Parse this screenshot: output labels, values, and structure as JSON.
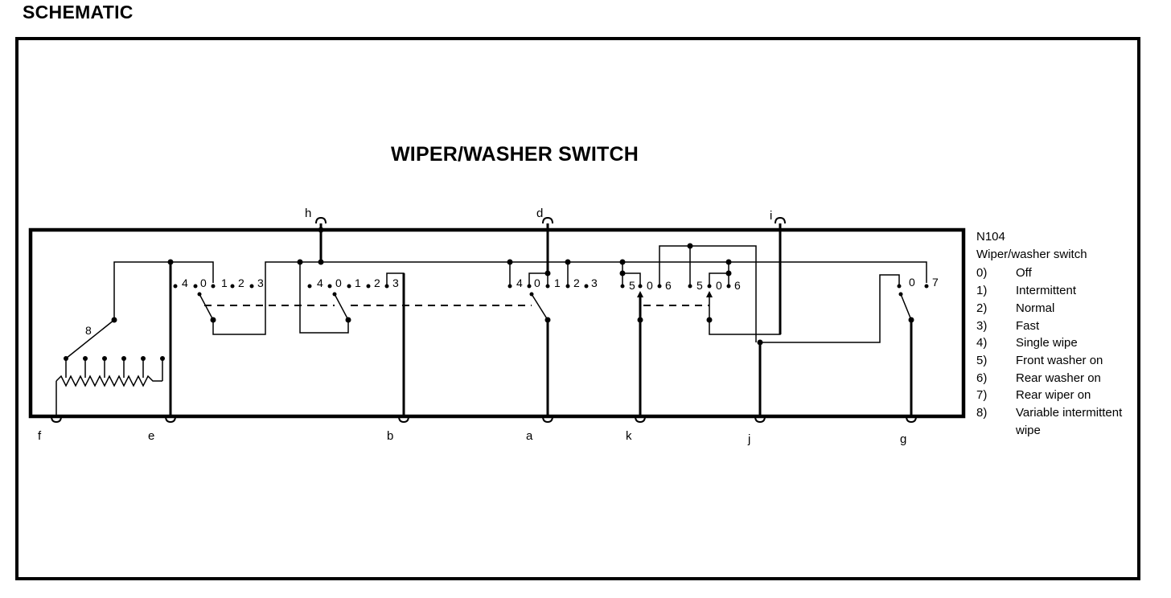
{
  "heading": "SCHEMATIC",
  "title": "WIPER/WASHER SWITCH",
  "terminals": [
    {
      "id": "term-f",
      "label": "f"
    },
    {
      "id": "term-e",
      "label": "e"
    },
    {
      "id": "term-b",
      "label": "b"
    },
    {
      "id": "term-a",
      "label": "a"
    },
    {
      "id": "term-k",
      "label": "k"
    },
    {
      "id": "term-j",
      "label": "j"
    },
    {
      "id": "term-g",
      "label": "g"
    },
    {
      "id": "term-h",
      "label": "h"
    },
    {
      "id": "term-d",
      "label": "d"
    },
    {
      "id": "term-i",
      "label": "i"
    }
  ],
  "contacts": [
    {
      "id": "c1",
      "label": "4"
    },
    {
      "id": "c2",
      "label": "0"
    },
    {
      "id": "c3",
      "label": "1"
    },
    {
      "id": "c4",
      "label": "2"
    },
    {
      "id": "c5",
      "label": "3"
    },
    {
      "id": "c6",
      "label": "4"
    },
    {
      "id": "c7",
      "label": "0"
    },
    {
      "id": "c8",
      "label": "1"
    },
    {
      "id": "c9",
      "label": "2"
    },
    {
      "id": "c10",
      "label": "3"
    },
    {
      "id": "c11",
      "label": "4"
    },
    {
      "id": "c12",
      "label": "0"
    },
    {
      "id": "c13",
      "label": "1"
    },
    {
      "id": "c14",
      "label": "2"
    },
    {
      "id": "c15",
      "label": "3"
    },
    {
      "id": "c16",
      "label": "5"
    },
    {
      "id": "c17",
      "label": "0"
    },
    {
      "id": "c18",
      "label": "6"
    },
    {
      "id": "c19",
      "label": "5"
    },
    {
      "id": "c20",
      "label": "0"
    },
    {
      "id": "c21",
      "label": "6"
    },
    {
      "id": "c22",
      "label": "0"
    },
    {
      "id": "c23",
      "label": "7"
    },
    {
      "id": "c24",
      "label": "8"
    }
  ],
  "legend": {
    "ref": "N104",
    "name": "Wiper/washer switch",
    "items": [
      {
        "num": "0)",
        "text": "Off"
      },
      {
        "num": "1)",
        "text": "Intermittent"
      },
      {
        "num": "2)",
        "text": "Normal"
      },
      {
        "num": "3)",
        "text": "Fast"
      },
      {
        "num": "4)",
        "text": "Single wipe"
      },
      {
        "num": "5)",
        "text": "Front washer on"
      },
      {
        "num": "6)",
        "text": "Rear washer on"
      },
      {
        "num": "7)",
        "text": "Rear wiper on"
      },
      {
        "num": "8)",
        "text": "Variable intermittent wipe"
      }
    ]
  }
}
